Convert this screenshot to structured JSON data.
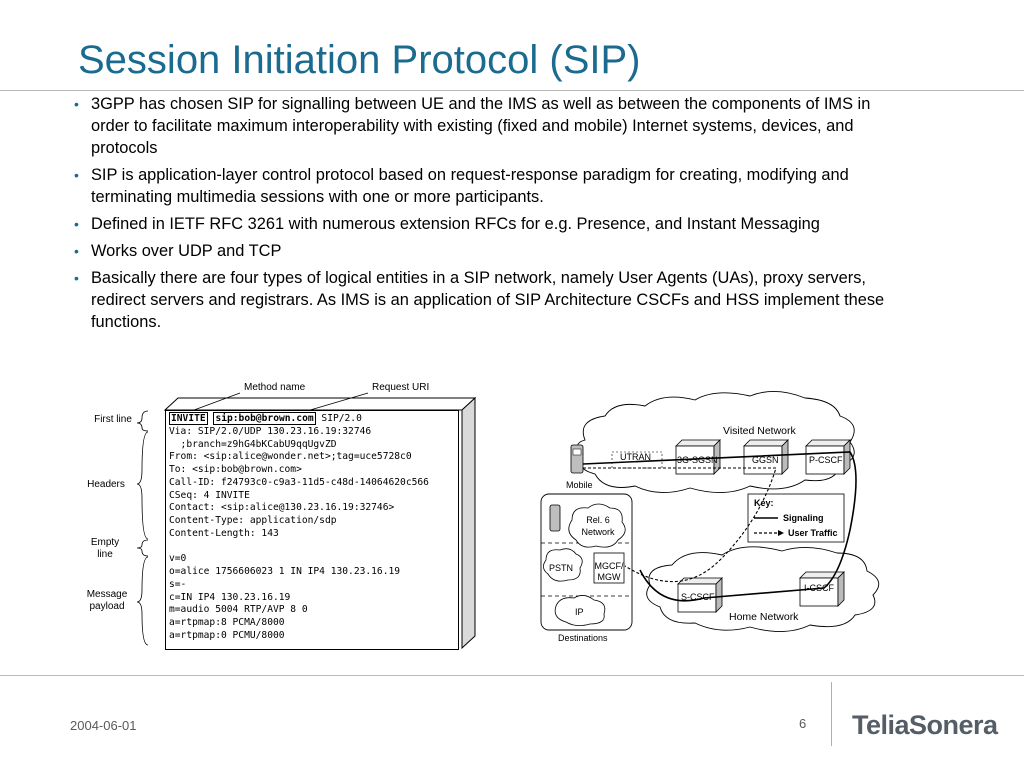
{
  "slide": {
    "title": "Session Initiation Protocol (SIP)",
    "bullets": [
      "3GPP has chosen SIP for signalling between UE and the IMS as well as between the components of IMS in order to facilitate maximum interoperability with existing (fixed and mobile) Internet systems, devices, and protocols",
      "SIP is application-layer control protocol based on request-response paradigm for creating, modifying and terminating multimedia sessions with one or more participants.",
      "Defined in IETF RFC 3261 with numerous extension RFCs for e.g. Presence, and Instant Messaging",
      "Works over UDP and TCP",
      "Basically there are four types of logical entities in a SIP network, namely User Agents (UAs), proxy servers, redirect servers and registrars. As IMS is an application of SIP Architecture CSCFs  and HSS implement these functions."
    ]
  },
  "sip_message": {
    "label_method_name": "Method name",
    "label_request_uri": "Request URI",
    "label_first_line": "First line",
    "label_headers": "Headers",
    "label_empty_line": "Empty line",
    "label_message_payload": "Message payload",
    "method": "INVITE",
    "request_uri": "sip:bob@brown.com",
    "version": " SIP/2.0",
    "lines": [
      "Via: SIP/2.0/UDP 130.23.16.19:32746",
      "  ;branch=z9hG4bKCabU9qqUgvZD",
      "From: <sip:alice@wonder.net>;tag=uce5728c0",
      "To: <sip:bob@brown.com>",
      "Call-ID: f24793c0-c9a3-11d5-c48d-14064620c566",
      "CSeq: 4 INVITE",
      "Contact: <sip:alice@130.23.16.19:32746>",
      "Content-Type: application/sdp",
      "Content-Length: 143",
      "",
      "v=0",
      "o=alice 1756606023 1 IN IP4 130.23.16.19",
      "s=-",
      "c=IN IP4 130.23.16.19",
      "m=audio 5004 RTP/AVP 8 0",
      "a=rtpmap:8 PCMA/8000",
      "a=rtpmap:0 PCMU/8000"
    ]
  },
  "network": {
    "visited_network": "Visited Network",
    "home_network": "Home Network",
    "mobile": "Mobile",
    "destinations": "Destinations",
    "utran": "UTRAN",
    "sgsn": "3G-SGSN",
    "ggsn": "GGSN",
    "pcscf": "P-CSCF",
    "scscf": "S-CSCF",
    "icscf": "I-CSCF",
    "rel6_line1": "Rel. 6",
    "rel6_line2": "Network",
    "pstn": "PSTN",
    "mgcf_line1": "MGCF/",
    "mgcf_line2": "MGW",
    "ip": "IP",
    "key": "Key:",
    "signaling": "Signaling",
    "user_traffic": "User Traffic"
  },
  "footer": {
    "date": "2004-06-01",
    "page": "6",
    "brand": "TeliaSonera"
  }
}
